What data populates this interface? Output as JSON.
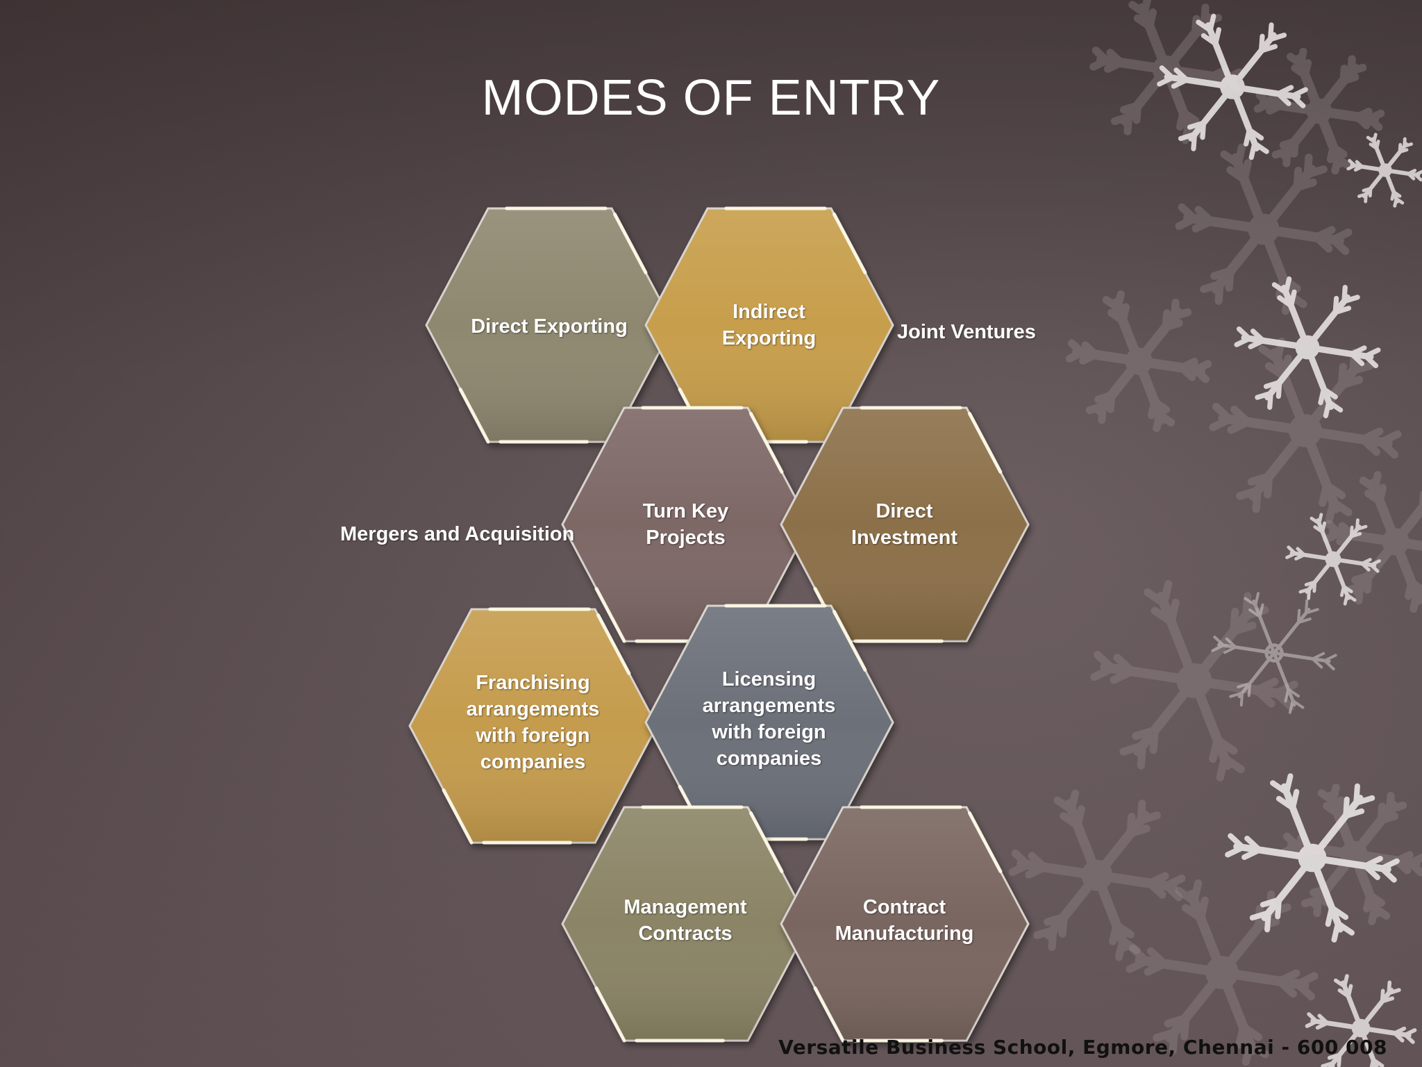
{
  "slide": {
    "title": "MODES OF ENTRY",
    "footer": "Versatile Business School, Egmore, Chennai - 600 008"
  },
  "diagram": {
    "hexagons": [
      {
        "id": "direct-exporting",
        "label": "Direct Exporting",
        "color": "#8e8870"
      },
      {
        "id": "indirect-exporting",
        "label": "Indirect Exporting",
        "color": "#c79e4b"
      },
      {
        "id": "turn-key-projects",
        "label": "Turn Key Projects",
        "color": "#7d6866"
      },
      {
        "id": "direct-investment",
        "label": "Direct Investment",
        "color": "#8c6f48"
      },
      {
        "id": "franchising",
        "label": "Franchising arrangements with foreign companies",
        "color": "#c59c4d"
      },
      {
        "id": "licensing",
        "label": "Licensing arrangements with foreign companies",
        "color": "#6c7079"
      },
      {
        "id": "management-contracts",
        "label": "Management Contracts",
        "color": "#8b8466"
      },
      {
        "id": "contract-manufacturing",
        "label": "Contract Manufacturing",
        "color": "#7a6660"
      }
    ],
    "side_labels": {
      "joint_ventures": "Joint Ventures",
      "mergers": "Mergers and Acquisition"
    }
  },
  "decoration": {
    "snowflake_color": "#e6e1e1",
    "faint_snowflake_color": "#9a8e90"
  }
}
